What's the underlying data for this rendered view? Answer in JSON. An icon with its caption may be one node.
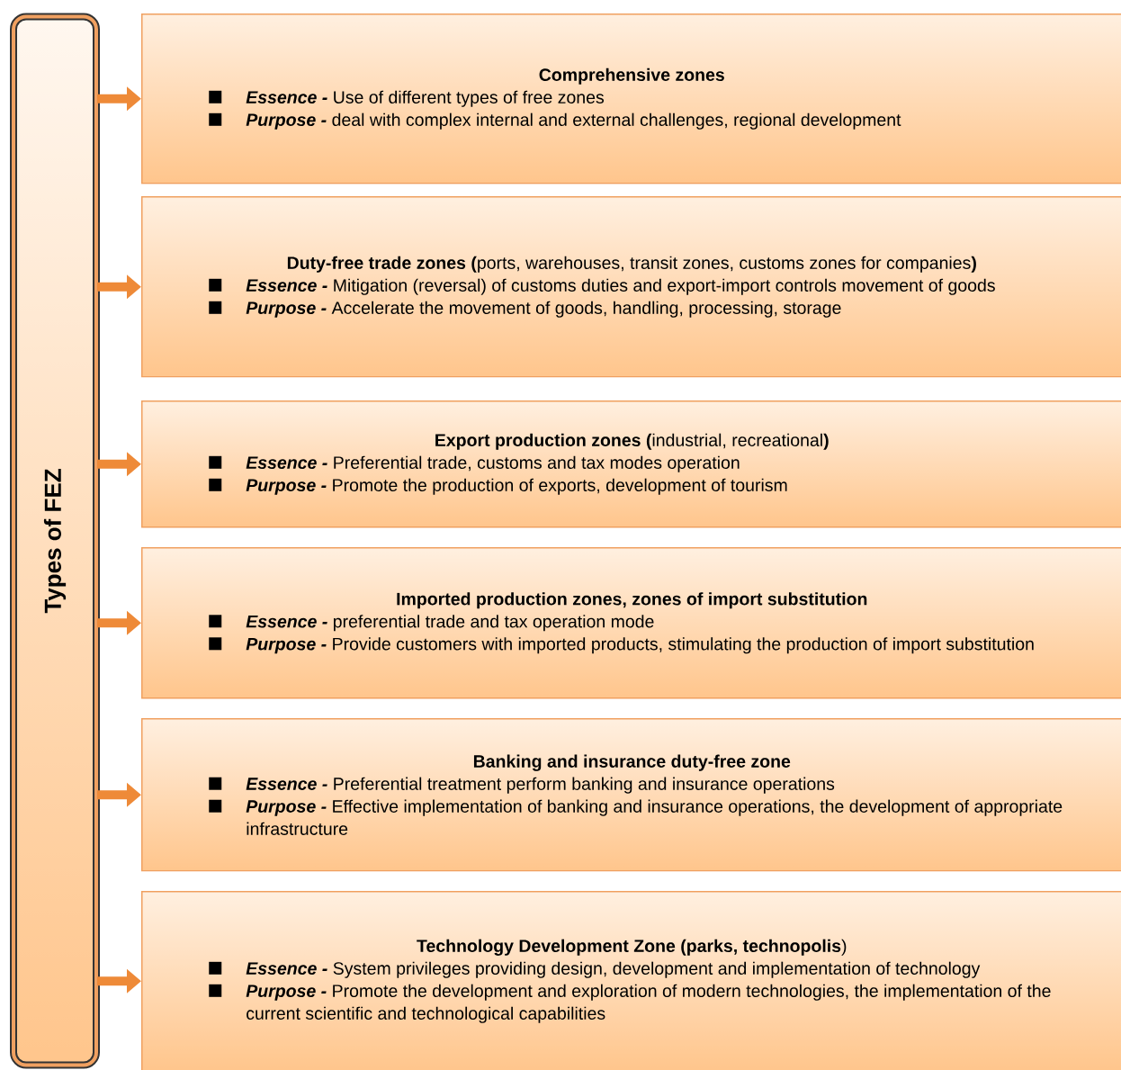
{
  "diagram": {
    "nodes": [
      {
        "text": [
          "Types of FEZ"
        ]
      },
      {
        "text": [
          "Comprehensive zones",
          "Essence -",
          "Use of different types of free zones",
          "Purpose -",
          "deal with complex internal and external challenges, regional development"
        ]
      },
      {
        "text": [
          "**Duty-free trade zones (**ports, warehouses, transit zones, customs zones for companies**)**",
          "Essence -",
          "Mitigation (reversal) of customs duties and export-import controls movement of goods",
          "Purpose -",
          "Accelerate the movement of goods, handling, processing, storage"
        ]
      },
      {
        "text": [
          "**Export production zones (**industrial, recreational**)**",
          "Essence -",
          "Preferential trade, customs and tax modes operation",
          "Purpose -",
          "Promote the production of exports, development of tourism"
        ]
      },
      {
        "text": [
          "Imported production zones, zones of import substitution",
          "Essence -",
          "preferential trade and tax operation mode",
          "Purpose -",
          "Provide customers with imported products, stimulating the production of import substitution"
        ]
      },
      {
        "text": [
          "Banking and insurance duty-free zone",
          "Essence -",
          "Preferential treatment perform banking and insurance operations",
          "Purpose -",
          "Effective implementation of banking and insurance operations, the development of appropriate infrastructure"
        ]
      },
      {
        "text": [
          "**Technology Development Zone (parks, technopolis**)",
          "Essence -",
          "System privileges providing design, development and implementation of technology",
          "Purpose -",
          "Promote the development and exploration of modern technologies, the implementation of the current scientific and technological capabilities"
        ]
      }
    ],
    "edges": [
      {
        "from": 0,
        "to": 1,
        "arrow": "to"
      },
      {
        "from": 0,
        "to": 2,
        "arrow": "to"
      },
      {
        "from": 0,
        "to": 3,
        "arrow": "to"
      },
      {
        "from": 0,
        "to": 4,
        "arrow": "to"
      },
      {
        "from": 0,
        "to": 5,
        "arrow": "to"
      },
      {
        "from": 0,
        "to": 6,
        "arrow": "to"
      }
    ]
  }
}
